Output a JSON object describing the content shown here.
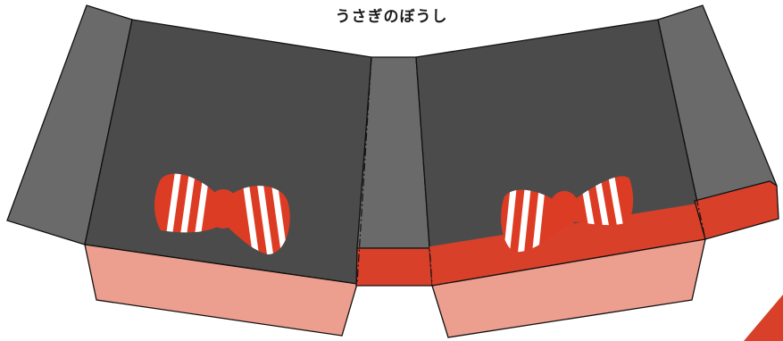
{
  "title": "うさぎのぼうし",
  "colors": {
    "panel_dark": "#4b4b4b",
    "panel_flap": "#6a6a6a",
    "band_red": "#d8402a",
    "brim_pink": "#ec9e8f",
    "bow_red": "#dd3c24",
    "bow_white": "#ffffff",
    "outline": "#111111"
  },
  "parts": {
    "left_panel": "hat-side-left",
    "right_panel": "hat-side-right",
    "center_strip": "center-connector",
    "left_bow": "ribbon-bow-left",
    "right_bow": "ribbon-bow-right"
  }
}
